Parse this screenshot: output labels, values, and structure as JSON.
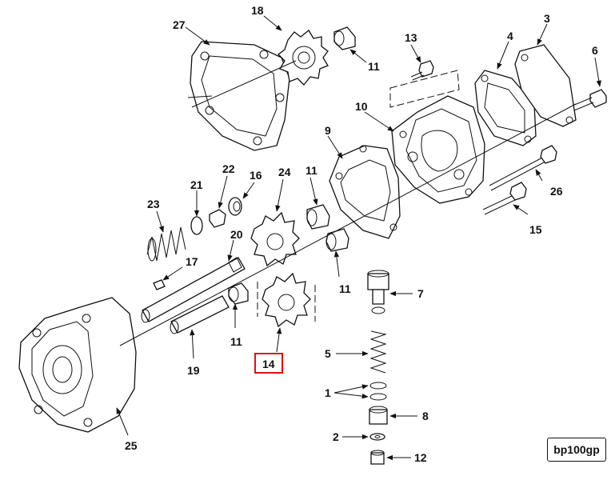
{
  "figure_code": "bp100gp",
  "highlighted_callout": "14",
  "callouts": {
    "c1": "1",
    "c2": "2",
    "c3": "3",
    "c4": "4",
    "c5": "5",
    "c6": "6",
    "c7": "7",
    "c8": "8",
    "c9": "9",
    "c10": "10",
    "c11a": "11",
    "c11b": "11",
    "c11c": "11",
    "c11d": "11",
    "c12": "12",
    "c13": "13",
    "c14": "14",
    "c15": "15",
    "c16": "16",
    "c17": "17",
    "c18": "18",
    "c19": "19",
    "c20": "20",
    "c21": "21",
    "c22": "22",
    "c23": "23",
    "c24": "24",
    "c25": "25",
    "c26": "26",
    "c27": "27"
  },
  "colors": {
    "line": "#111111",
    "highlight": "#e01010",
    "background": "#ffffff"
  }
}
